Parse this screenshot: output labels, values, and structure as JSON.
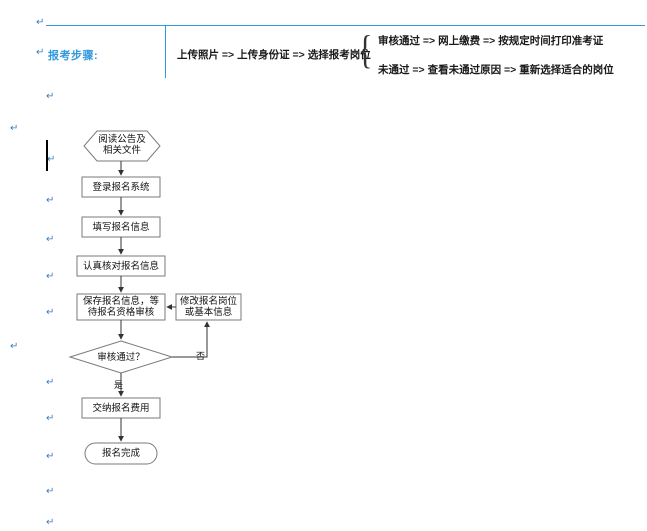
{
  "document": {
    "background_color": "#ffffff",
    "accent_color": "#3399dd",
    "paragraph_mark": "↵"
  },
  "header": {
    "label": "报考步骤:",
    "sequence_main": "上传照片 => 上传身份证 => 选择报考岗位",
    "brace": "{",
    "branches": [
      "审核通过 => 网上缴费 => 按规定时间打印准考证",
      "未通过 => 查看未通过原因 => 重新选择适合的岗位"
    ]
  },
  "flowchart": {
    "nodes": [
      {
        "id": "read-notice",
        "shape": "hexagon",
        "label": "阅读公告及\n相关文件"
      },
      {
        "id": "login",
        "shape": "rect",
        "label": "登录报名系统"
      },
      {
        "id": "fill-info",
        "shape": "rect",
        "label": "填写报名信息"
      },
      {
        "id": "verify-info",
        "shape": "rect",
        "label": "认真核对报名信息"
      },
      {
        "id": "save-info",
        "shape": "rect",
        "label": "保存报名信息，等\n待报名资格审核"
      },
      {
        "id": "modify-info",
        "shape": "rect",
        "label": "修改报名岗位\n或基本信息"
      },
      {
        "id": "review-pass",
        "shape": "diamond",
        "label": "审核通过？"
      },
      {
        "id": "pay-fee",
        "shape": "rect",
        "label": "交纳报名费用"
      },
      {
        "id": "finish",
        "shape": "terminator",
        "label": "报名完成"
      }
    ],
    "edge_labels": {
      "yes": "是",
      "no": "否"
    }
  }
}
